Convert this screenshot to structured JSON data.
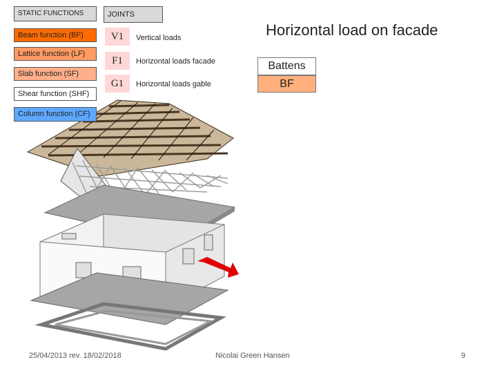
{
  "labels": {
    "static_functions": "STATIC FUNCTIONS",
    "joints": "JOINTS",
    "beam": "Beam function (BF)",
    "lattice": "Lattice function (LF)",
    "slab": "Slab function (SF)",
    "shear": "Shear function (SHF)",
    "column": "Column function (CF)"
  },
  "joints": [
    {
      "code": "V1",
      "label": "Vertical loads"
    },
    {
      "code": "F1",
      "label": "Horizontal loads facade"
    },
    {
      "code": "G1",
      "label": "Horizontal loads gable"
    }
  ],
  "heading": "Horizontal load on facade",
  "battens": "Battens",
  "battens_function": "BF",
  "footer": {
    "date": "25/04/2013 rev. 18/02/2018",
    "author": "Nicolai Green Hansen",
    "page": "9"
  },
  "colors": {
    "beam": "#ff6a00",
    "lattice": "#ff9a63",
    "slab": "#ffb08a",
    "column": "#5ea8ff",
    "joint": "#ffd7d7",
    "arrow": "#e00000"
  }
}
